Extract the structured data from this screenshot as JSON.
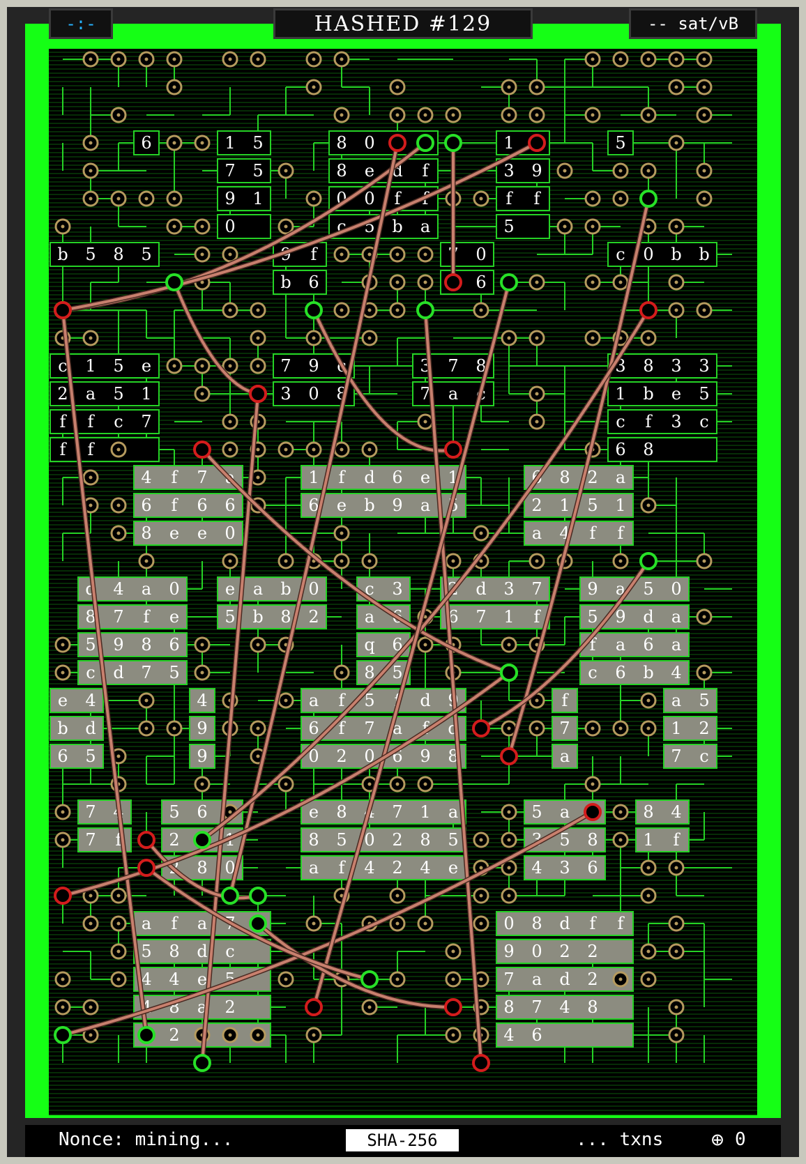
{
  "header": {
    "left_label": "-:-",
    "title": "HASHED #129",
    "fee_rate": "-- sat/vB"
  },
  "status": {
    "nonce": "Nonce: mining...",
    "algorithm": "SHA-256",
    "txns": "... txns",
    "globe_icon": "⊕",
    "score": "0"
  },
  "colors": {
    "board": "#15ff15",
    "circuit": "#000000",
    "trace": "#25d225",
    "pad_ring": "#b59a5e",
    "pin_red": "#d31c1c",
    "pin_green": "#27e027",
    "wire": "#c8806e",
    "tile_dark": "#000000",
    "tile_gray": "#8c8c80",
    "glyph_white": "#ffffff",
    "glyph_blue": "#2525ff",
    "glyph_yellow": "#ffff80"
  },
  "tiles": [
    {
      "rows": [
        "6"
      ]
    },
    {
      "rows": [
        "15",
        "75",
        "91",
        "0"
      ]
    },
    {
      "rows": [
        "8052",
        "8edf",
        "00ff",
        "c5ba"
      ]
    },
    {
      "rows": [
        "13",
        "39",
        "ff",
        "5"
      ]
    },
    {
      "rows": [
        "5"
      ]
    },
    {
      "rows": [
        "b585"
      ]
    },
    {
      "rows": [
        "9f",
        "b6"
      ]
    },
    {
      "rows": [
        "70",
        "a6"
      ]
    },
    {
      "rows": [
        "c0bb"
      ]
    },
    {
      "rows": [
        "c15e",
        "2a51",
        "ffc7",
        "ff"
      ]
    },
    {
      "rows": [
        "79c",
        "308"
      ]
    },
    {
      "rows": [
        "378",
        "7ac"
      ]
    },
    {
      "rows": [
        "3833",
        "1be5",
        "cf3c",
        "68"
      ]
    },
    {
      "rows": [
        "4f7a",
        "6f66",
        "8ee0"
      ]
    },
    {
      "rows": [
        "1fd6e1",
        "6eb9a5"
      ]
    },
    {
      "rows": [
        "682a",
        "2151",
        "a4ff"
      ]
    },
    {
      "rows": [
        "d4a0",
        "87fe",
        "5986",
        "cd75"
      ]
    },
    {
      "rows": [
        "eab0",
        "5b82"
      ]
    },
    {
      "rows": [
        "c3",
        "a6",
        "q6",
        "85"
      ]
    },
    {
      "rows": [
        "2d37",
        "671f"
      ]
    },
    {
      "rows": [
        "9a50",
        "59da",
        "fa6a",
        "c6b4"
      ]
    },
    {
      "rows": [
        "e4",
        "bd",
        "65"
      ]
    },
    {
      "rows": [
        "4",
        "9",
        "9"
      ]
    },
    {
      "rows": [
        "af5fd9",
        "6f7afd",
        "020698"
      ]
    },
    {
      "rows": [
        "f",
        "7",
        "a"
      ]
    },
    {
      "rows": [
        "a5",
        "12",
        "7c"
      ]
    },
    {
      "rows": [
        "74",
        "7f"
      ]
    },
    {
      "rows": [
        "56",
        "201",
        "280"
      ]
    },
    {
      "rows": [
        "e8471a",
        "850285",
        "af424e"
      ]
    },
    {
      "rows": [
        "5ad",
        "358",
        "436"
      ]
    },
    {
      "rows": [
        "84",
        "1f"
      ]
    },
    {
      "rows": [
        "afa72",
        "58dc",
        "44e5",
        "48a2",
        "f2"
      ]
    },
    {
      "rows": [
        "08dff",
        "9022",
        "7ad2",
        "8748",
        "46"
      ]
    }
  ]
}
